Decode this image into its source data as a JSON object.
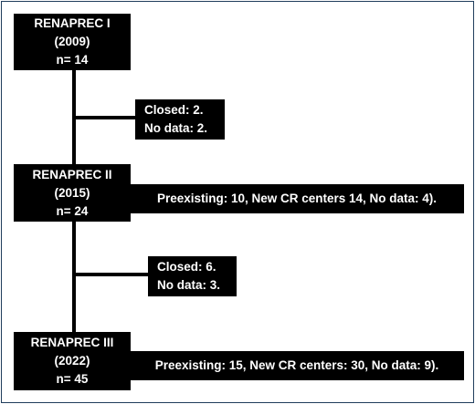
{
  "stages": [
    {
      "name": "RENAPREC I",
      "year": "(2009)",
      "n": "n= 14"
    },
    {
      "name": "RENAPREC II",
      "year": "(2015)",
      "n": "n= 24"
    },
    {
      "name": "RENAPREC III",
      "year": "(2022)",
      "n": "n= 45"
    }
  ],
  "side_notes": [
    {
      "line1": "Closed: 2.",
      "line2": "No data: 2."
    },
    {
      "line1": "Closed: 6.",
      "line2": "No data: 3."
    }
  ],
  "details": [
    "Preexisting: 10, New CR centers 14, No data: 4).",
    "Preexisting: 15, New CR centers: 30, No data: 9)."
  ]
}
